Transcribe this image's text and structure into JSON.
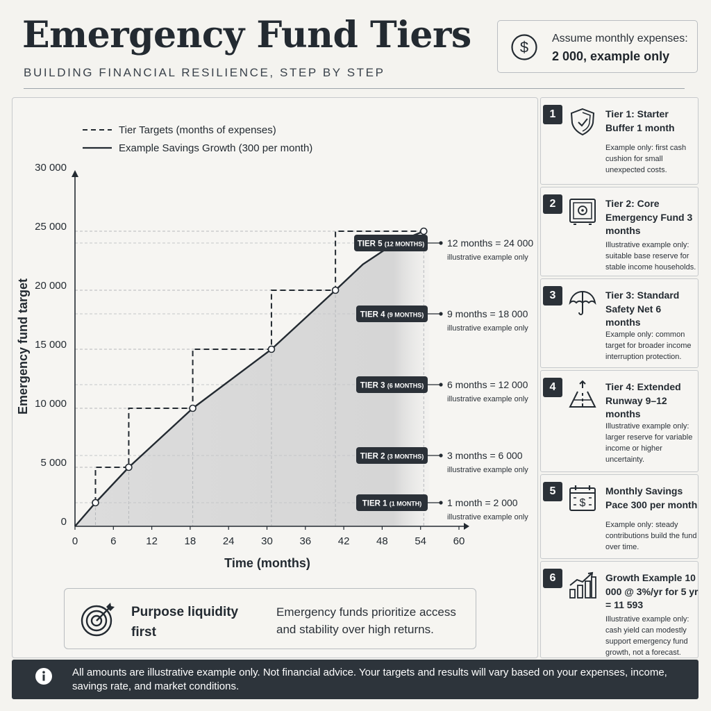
{
  "header": {
    "title": "Emergency Fund Tiers",
    "subtitle": "BUILDING FINANCIAL RESILIENCE, STEP BY STEP"
  },
  "assumption": {
    "icon": "dollar-icon",
    "line1": "Assume monthly expenses:",
    "line2": "2 000, example only"
  },
  "chart_data": {
    "type": "line",
    "xlabel": "Time (months)",
    "ylabel": "Emergency fund target",
    "xlim": [
      0,
      60
    ],
    "ylim": [
      0,
      30000
    ],
    "x_ticks": [
      0,
      6,
      12,
      18,
      24,
      30,
      36,
      42,
      48,
      54,
      60
    ],
    "y_ticks": [
      0,
      5000,
      10000,
      15000,
      20000,
      25000,
      30000
    ],
    "x_tick_labels": [
      "0",
      "6",
      "12",
      "18",
      "24",
      "30",
      "36",
      "42",
      "48",
      "54",
      "60"
    ],
    "y_tick_labels": [
      "0",
      "5 000",
      "10 000",
      "15 000",
      "20 000",
      "25 000",
      "30 000"
    ],
    "legend": {
      "placement": "top-left",
      "entries": [
        {
          "style": "dashed",
          "label": "Tier Targets (months of expenses)"
        },
        {
          "style": "solid",
          "label": "Example Savings Growth (300 per month)"
        }
      ]
    },
    "series": [
      {
        "name": "Example Savings Growth (300 per month)",
        "style": "solid",
        "x": [
          0,
          3.2,
          8.4,
          18.4,
          30.7,
          40.7,
          45,
          50,
          54.5
        ],
        "y": [
          0,
          2000,
          5000,
          10000,
          15000,
          20000,
          22200,
          24000,
          25000
        ]
      },
      {
        "name": "Tier Targets (months of expenses)",
        "style": "dashed-step",
        "x": [
          3.2,
          3.2,
          8.4,
          8.4,
          18.4,
          18.4,
          30.7,
          30.7,
          40.7,
          40.7,
          54.5
        ],
        "y": [
          2000,
          5000,
          5000,
          10000,
          10000,
          15000,
          15000,
          20000,
          20000,
          25000,
          25000
        ]
      }
    ],
    "markers": {
      "x": [
        3.2,
        8.4,
        18.4,
        30.7,
        40.7,
        54.5
      ],
      "y": [
        2000,
        5000,
        10000,
        15000,
        20000,
        25000
      ]
    },
    "tier_labels": [
      {
        "tier": "TIER 1",
        "months": "(1 MONTH)",
        "value": 2000,
        "text": "1 month = 2 000",
        "note": "illustrative example only"
      },
      {
        "tier": "TIER 2",
        "months": "(3 MONTHS)",
        "value": 6000,
        "text": "3 months = 6 000",
        "note": "illustrative example only"
      },
      {
        "tier": "TIER 3",
        "months": "(6 MONTHS)",
        "value": 12000,
        "text": "6 months = 12 000",
        "note": "illustrative example only"
      },
      {
        "tier": "TIER 4",
        "months": "(9 MONTHS)",
        "value": 18000,
        "text": "9 months = 18 000",
        "note": "illustrative example only"
      },
      {
        "tier": "TIER 5",
        "months": "(12 MONTHS)",
        "value": 24000,
        "text": "12 months = 24 000",
        "note": "illustrative example only"
      }
    ]
  },
  "purpose": {
    "icon": "target-icon",
    "title": "Purpose liquidity first",
    "text": "Emergency funds prioritize access and stability over high returns."
  },
  "cards": [
    {
      "num": "1",
      "icon": "shield-icon",
      "title": "Tier 1: Starter Buffer 1 month",
      "desc": "Example only: first cash cushion for small unexpected costs."
    },
    {
      "num": "2",
      "icon": "safe-icon",
      "title": "Tier 2: Core Emergency Fund 3 months",
      "desc": "Illustrative example only: suitable base reserve for stable income households."
    },
    {
      "num": "3",
      "icon": "umbrella-icon",
      "title": "Tier 3: Standard Safety Net 6 months",
      "desc": "Example only: common target for broader income interruption protection."
    },
    {
      "num": "4",
      "icon": "runway-icon",
      "title": "Tier 4: Extended Runway 9–12 months",
      "desc": "Illustrative example only: larger reserve for variable income or higher uncertainty."
    },
    {
      "num": "5",
      "icon": "calendar-dollar-icon",
      "title": "Monthly Savings Pace 300 per month",
      "desc": "Example only: steady contributions build the fund over time."
    },
    {
      "num": "6",
      "icon": "growth-chart-icon",
      "title": "Growth Example 10 000 @ 3%/yr for 5 yr = 11 593",
      "desc": "Illustrative example only: cash yield can modestly support emergency fund growth, not a forecast."
    }
  ],
  "footer": {
    "icon": "info-icon",
    "text": "All amounts are illustrative example only. Not financial advice. Your targets and results will vary based on your expenses, income, savings rate, and market conditions."
  },
  "colors": {
    "ink": "#232a31",
    "badge": "#2b3138",
    "footer_bg": "#2d343b",
    "area_fill": "#d9d9d9",
    "page_bg": "#f4f3ef"
  }
}
